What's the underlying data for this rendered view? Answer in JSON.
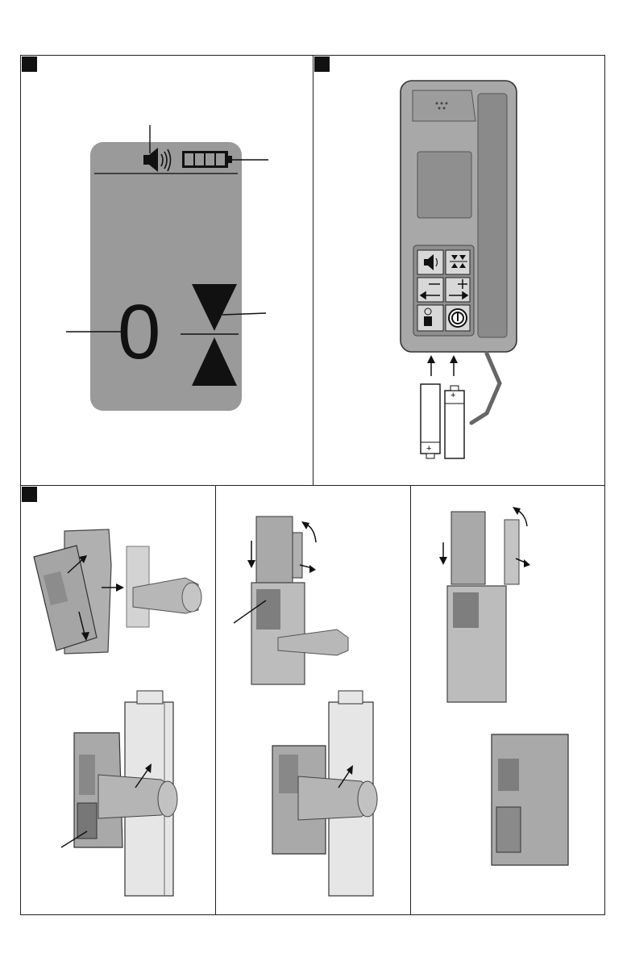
{
  "display": {
    "digit": "0",
    "reading_value": 0
  },
  "battery": {
    "level_fraction": 1.0,
    "segments_total": 4,
    "segments_filled": 4
  },
  "battery_polarity": {
    "plus": "+"
  },
  "colors": {
    "lcd": "#9a9a9a",
    "device_body": "#a8a8a8",
    "device_dark": "#8a8a8a",
    "outline": "#333333",
    "ink": "#111111"
  }
}
